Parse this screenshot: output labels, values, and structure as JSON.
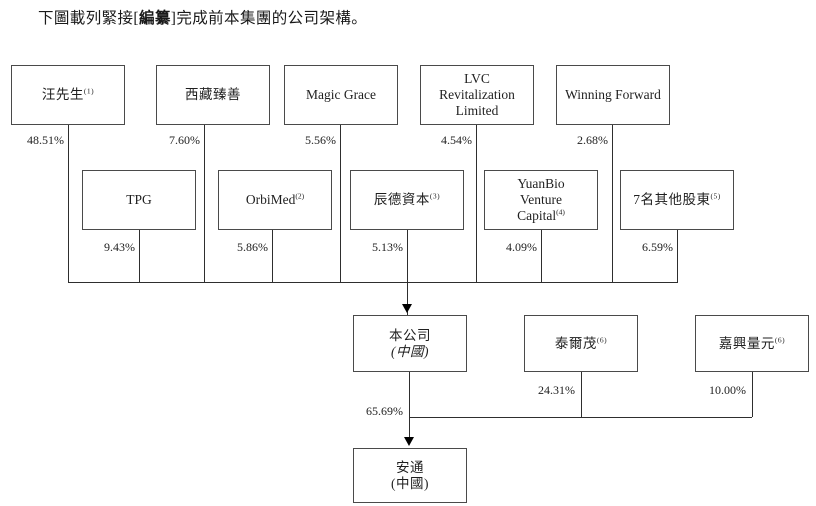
{
  "document": {
    "intro_before": "下圖載列緊接[",
    "intro_bold": "編纂",
    "intro_after": "]完成前本集團的公司架構。"
  },
  "chart_data": {
    "type": "diagram",
    "title": "本集團的公司架構",
    "nodes": [
      {
        "id": "wang",
        "label": "汪先生",
        "sup": "(1)",
        "row": 1
      },
      {
        "id": "tibet",
        "label": "西藏臻善",
        "sup": "",
        "row": 1
      },
      {
        "id": "magic_grace",
        "label": "Magic Grace",
        "sup": "",
        "row": 1
      },
      {
        "id": "lvc",
        "label": "LVC Revitalization Limited",
        "sup": "",
        "row": 1
      },
      {
        "id": "winning_forward",
        "label": "Winning Forward",
        "sup": "",
        "row": 1
      },
      {
        "id": "tpg",
        "label": "TPG",
        "sup": "",
        "row": 2
      },
      {
        "id": "orbimed",
        "label": "OrbiMed",
        "sup": "(2)",
        "row": 2
      },
      {
        "id": "chende",
        "label": "辰德資本",
        "sup": "(3)",
        "row": 2
      },
      {
        "id": "yuanbio",
        "label": "YuanBio Venture Capital",
        "sup": "(4)",
        "row": 2
      },
      {
        "id": "others7",
        "label": "7名其他股東",
        "sup": "(5)",
        "row": 2
      },
      {
        "id": "company",
        "label": "本公司",
        "sublabel": "(中國)",
        "sup": "",
        "row": 3
      },
      {
        "id": "terumo",
        "label": "泰爾茂",
        "sup": "(6)",
        "row": 3
      },
      {
        "id": "jiaxing",
        "label": "嘉興量元",
        "sup": "(6)",
        "row": 3
      },
      {
        "id": "antong",
        "label": "安通",
        "sublabel": "(中國)",
        "sup": "",
        "row": 4
      }
    ],
    "edges": [
      {
        "from": "wang",
        "to": "company",
        "value": "48.51%"
      },
      {
        "from": "tibet",
        "to": "company",
        "value": "7.60%"
      },
      {
        "from": "magic_grace",
        "to": "company",
        "value": "5.56%"
      },
      {
        "from": "lvc",
        "to": "company",
        "value": "4.54%"
      },
      {
        "from": "winning_forward",
        "to": "company",
        "value": "2.68%"
      },
      {
        "from": "tpg",
        "to": "company",
        "value": "9.43%"
      },
      {
        "from": "orbimed",
        "to": "company",
        "value": "5.86%"
      },
      {
        "from": "chende",
        "to": "company",
        "value": "5.13%"
      },
      {
        "from": "yuanbio",
        "to": "company",
        "value": "4.09%"
      },
      {
        "from": "others7",
        "to": "company",
        "value": "6.59%"
      },
      {
        "from": "company",
        "to": "antong",
        "value": "65.69%"
      },
      {
        "from": "terumo",
        "to": "antong",
        "value": "24.31%"
      },
      {
        "from": "jiaxing",
        "to": "antong",
        "value": "10.00%"
      }
    ]
  },
  "boxes": {
    "wang": "汪先生",
    "wang_sup": "(1)",
    "tibet": "西藏臻善",
    "magic_grace": "Magic Grace",
    "lvc_l1": "LVC",
    "lvc_l2": "Revitalization",
    "lvc_l3": "Limited",
    "winning_forward": "Winning Forward",
    "tpg": "TPG",
    "orbimed": "OrbiMed",
    "orbimed_sup": "(2)",
    "chende": "辰德資本",
    "chende_sup": "(3)",
    "yuanbio_l1": "YuanBio",
    "yuanbio_l2": "Venture",
    "yuanbio_l3": "Capital",
    "yuanbio_sup": "(4)",
    "others7": "7名其他股東",
    "others7_sup": "(5)",
    "company": "本公司",
    "company_sub": "(中國)",
    "terumo": "泰爾茂",
    "terumo_sup": "(6)",
    "jiaxing": "嘉興量元",
    "jiaxing_sup": "(6)",
    "antong": "安通",
    "antong_sub": "(中國)"
  },
  "percents": {
    "wang": "48.51%",
    "tibet": "7.60%",
    "magic_grace": "5.56%",
    "lvc": "4.54%",
    "winning_forward": "2.68%",
    "tpg": "9.43%",
    "orbimed": "5.86%",
    "chende": "5.13%",
    "yuanbio": "4.09%",
    "others7": "6.59%",
    "company": "65.69%",
    "terumo": "24.31%",
    "jiaxing": "10.00%"
  }
}
